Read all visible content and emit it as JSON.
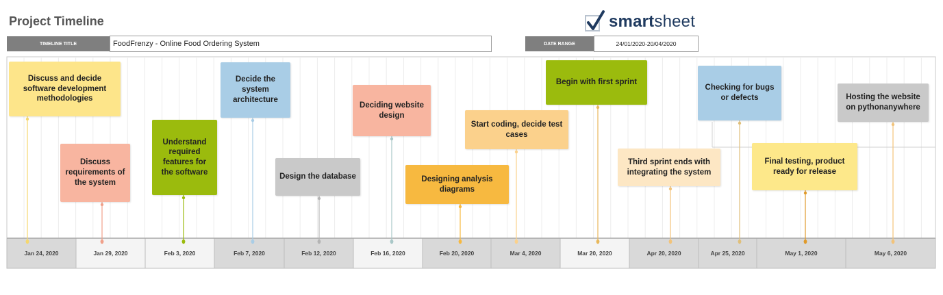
{
  "header": {
    "title": "Project Timeline",
    "timeline_title_label": "TIMELINE TITLE",
    "timeline_title_value": "FoodFrenzy - Online Food Ordering System",
    "date_range_label": "DATE RANGE",
    "date_range_value": "24/01/2020-20/04/2020"
  },
  "logo": {
    "text_bold": "smart",
    "text_regular": "sheet",
    "icon": "checkmark-icon"
  },
  "timeline": {
    "dates": [
      "Jan 24, 2020",
      "Jan 29, 2020",
      "Feb 3, 2020",
      "Feb 7, 2020",
      "Feb 12, 2020",
      "Feb 16, 2020",
      "Feb 20, 2020",
      "Mar 4, 2020",
      "Mar 20, 2020",
      "Apr 20, 2020",
      "Apr 25, 2020",
      "May 1, 2020",
      "May 6, 2020"
    ],
    "date_band_shaded": [
      true,
      false,
      false,
      true,
      true,
      false,
      true,
      true,
      false,
      true,
      true,
      true,
      true
    ],
    "events": [
      {
        "text": "Discuss and decide software development methodologies",
        "color": "#fde58a",
        "date_index": 0
      },
      {
        "text": "Discuss requirements of the system",
        "color": "#f8b5a0",
        "date_index": 1
      },
      {
        "text": "Understand required features for the software",
        "color": "#9bbb0d",
        "date_index": 2
      },
      {
        "text": "Decide the system architecture",
        "color": "#a9cde6",
        "date_index": 3
      },
      {
        "text": "Design the database",
        "color": "#c9c9c9",
        "date_index": 4
      },
      {
        "text": "Deciding website design",
        "color": "#f8b5a0",
        "date_index": 5
      },
      {
        "text": "Designing analysis diagrams",
        "color": "#f7b940",
        "date_index": 6
      },
      {
        "text": "Start coding, decide test cases",
        "color": "#fbd18c",
        "date_index": 7
      },
      {
        "text": "Begin with first sprint",
        "color": "#9bbb0d",
        "date_index": 8
      },
      {
        "text": "Third sprint ends with integrating the system",
        "color": "#fde7c4",
        "date_index": 9
      },
      {
        "text": "Checking for bugs or defects",
        "color": "#a9cde6",
        "date_index": 10
      },
      {
        "text": "Final testing, product ready for release",
        "color": "#fde88a",
        "date_index": 11
      },
      {
        "text": "Hosting the website on pythonanywhere",
        "color": "#c9c9c9",
        "date_index": 12
      }
    ],
    "stem_colors": [
      "#f5d76e",
      "#f0a08a",
      "#9bbb0d",
      "#a9cde6",
      "#b4b4b4",
      "#a9c7c7",
      "#f7b940",
      "#fbd18c",
      "#e8b85c",
      "#f2c37a",
      "#e0bf7a",
      "#e09a2a",
      "#f2c37a"
    ]
  }
}
